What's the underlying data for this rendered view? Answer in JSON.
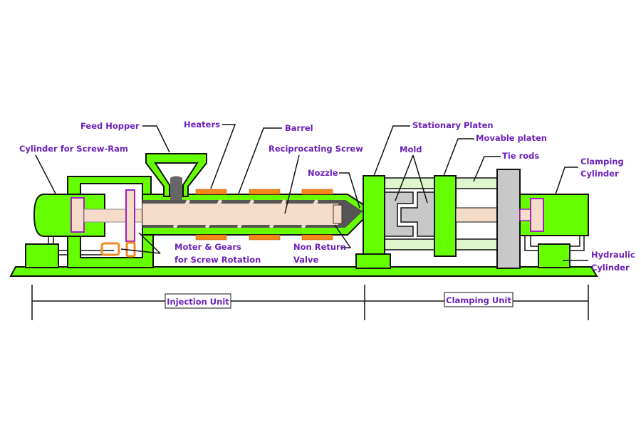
{
  "labels": {
    "feed_hopper": "Feed Hopper",
    "heaters": "Heaters",
    "barrel": "Barrel",
    "cylinder_screw_ram": "Cylinder for Screw-Ram",
    "reciprocating_screw": "Reciprocating Screw",
    "nozzle": "Nozzle",
    "stationary_platen": "Stationary Platen",
    "movable_platen": "Movable platen",
    "mold": "Mold",
    "tie_rods": "Tie rods",
    "clamping_cylinder_1": "Clamping",
    "clamping_cylinder_2": "Cylinder",
    "motor_gears_1": "Moter & Gears",
    "motor_gears_2": "for Screw Rotation",
    "non_return_1": "Non Return",
    "non_return_2": "Valve",
    "hydraulic_1": "Hydraulic",
    "hydraulic_2": "Cylinder"
  },
  "units": {
    "injection": "Injection Unit",
    "clamping": "Clamping Unit"
  },
  "colors": {
    "machine": "#66ff00",
    "heater": "#f08a1c",
    "label": "#6a22b8",
    "mold": "#c8c8c8",
    "screw": "#f5dcc8",
    "motor": "#a020c0"
  }
}
